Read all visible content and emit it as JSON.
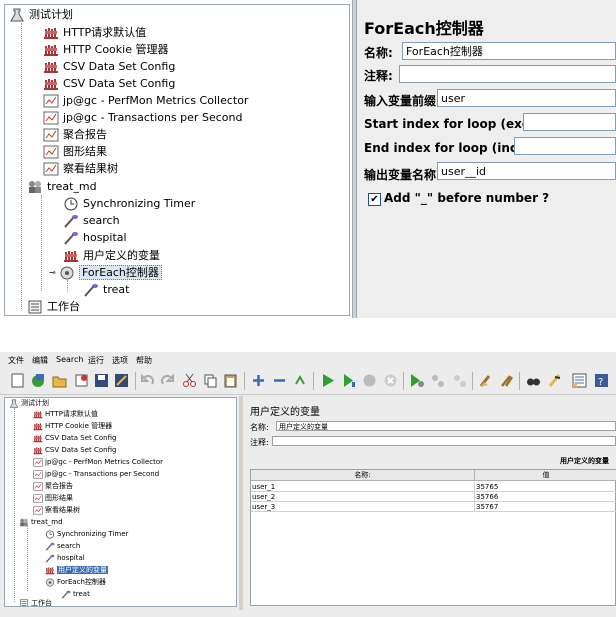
{
  "top_tree": {
    "root": "测试计划",
    "items": [
      {
        "label": "HTTP请求默认值",
        "icon": "config-element-icon"
      },
      {
        "label": "HTTP Cookie 管理器",
        "icon": "config-element-icon"
      },
      {
        "label": "CSV Data Set Config",
        "icon": "config-element-icon"
      },
      {
        "label": "CSV Data Set Config",
        "icon": "config-element-icon"
      },
      {
        "label": "jp@gc - PerfMon Metrics Collector",
        "icon": "listener-icon"
      },
      {
        "label": "jp@gc - Transactions per Second",
        "icon": "listener-icon"
      },
      {
        "label": "聚合报告",
        "icon": "listener-icon"
      },
      {
        "label": "图形结果",
        "icon": "listener-icon"
      },
      {
        "label": "察看结果树",
        "icon": "listener-icon"
      }
    ],
    "thread_group": "treat_md",
    "children": [
      {
        "label": "Synchronizing Timer",
        "icon": "timer-icon"
      },
      {
        "label": "search",
        "icon": "sampler-icon"
      },
      {
        "label": "hospital",
        "icon": "sampler-icon"
      },
      {
        "label": "用户定义的变量",
        "icon": "config-element-icon"
      },
      {
        "label": "ForEach控制器",
        "icon": "controller-icon"
      }
    ],
    "foreach_child": "treat",
    "workbench": "工作台"
  },
  "foreach_panel": {
    "title": "ForEach控制器",
    "name_label": "名称:",
    "name_value": "ForEach控制器",
    "comment_label": "注释:",
    "input_prefix_label": "输入变量前缀",
    "input_prefix_value": "user",
    "start_label": "Start index for loop (exclusive)",
    "end_label": "End index for loop (inclusive)",
    "output_label": "输出变量名称",
    "output_value": "user__id",
    "checkbox_label": "Add \"_\" before number ?",
    "checkbox_checked": "✔"
  },
  "menu": [
    "文件",
    "编辑",
    "Search",
    "运行",
    "选项",
    "帮助"
  ],
  "bottom_tree": {
    "root": "测试计划",
    "items": [
      "HTTP请求默认值",
      "HTTP Cookie 管理器",
      "CSV Data Set Config",
      "CSV Data Set Config",
      "jp@gc - PerfMon Metrics Collector",
      "jp@gc - Transactions per Second",
      "聚合报告",
      "图形结果",
      "察看结果树"
    ],
    "thread_group": "treat_md",
    "children": [
      "Synchronizing Timer",
      "search",
      "hospital",
      "用户定义的变量",
      "ForEach控制器"
    ],
    "foreach_child": "treat",
    "workbench": "工作台"
  },
  "udv_panel": {
    "title": "用户定义的变量",
    "name_label": "名称:",
    "name_value": "用户定义的变量",
    "comment_label": "注释:",
    "table_title": "用户定义的变量",
    "col_name": "名称:",
    "col_value": "值",
    "rows": [
      {
        "name": "user_1",
        "value": "35765"
      },
      {
        "name": "user_2",
        "value": "35766"
      },
      {
        "name": "user_3",
        "value": "35767"
      }
    ]
  },
  "colors": {
    "panel_bg": "#eeeeee",
    "tree_bg": "#ffffff",
    "selection_blue": "#3a6db6",
    "input_border": "#7f9db9"
  }
}
